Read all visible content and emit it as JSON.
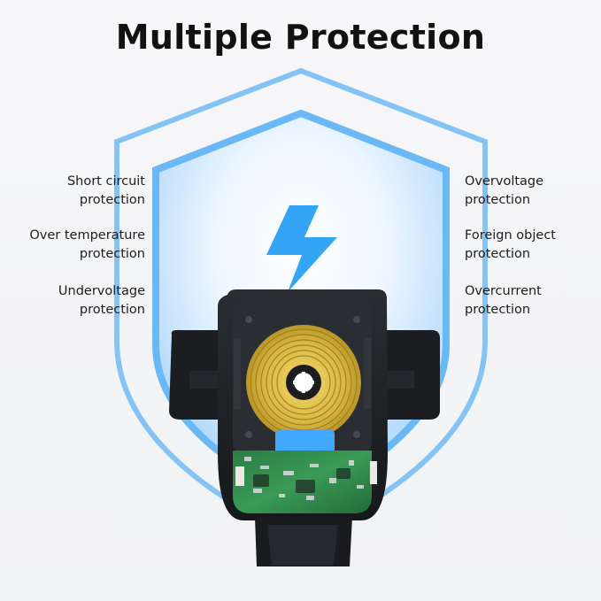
{
  "title": "Multiple Protection",
  "features": {
    "left": [
      {
        "line1": "Short circuit",
        "line2": "protection"
      },
      {
        "line1": "Over temperature",
        "line2": "protection"
      },
      {
        "line1": "Undervoltage",
        "line2": "protection"
      }
    ],
    "right": [
      {
        "line1": "Overvoltage",
        "line2": "protection"
      },
      {
        "line1": "Foreign object",
        "line2": "protection"
      },
      {
        "line1": "Overcurrent",
        "line2": "protection"
      }
    ]
  },
  "colors": {
    "shield_outline": "#7cc0f5",
    "shield_fill": "#d7ebfd",
    "lightning": "#34a5f4",
    "coil": "#d4b53a",
    "device": "#1f2226",
    "pcb": "#2f8a48",
    "battery": "#41a7ff"
  },
  "icons": {
    "shield": "shield-icon",
    "lightning": "lightning-icon",
    "charger": "wireless-charger-image",
    "coil": "charging-coil-icon"
  }
}
